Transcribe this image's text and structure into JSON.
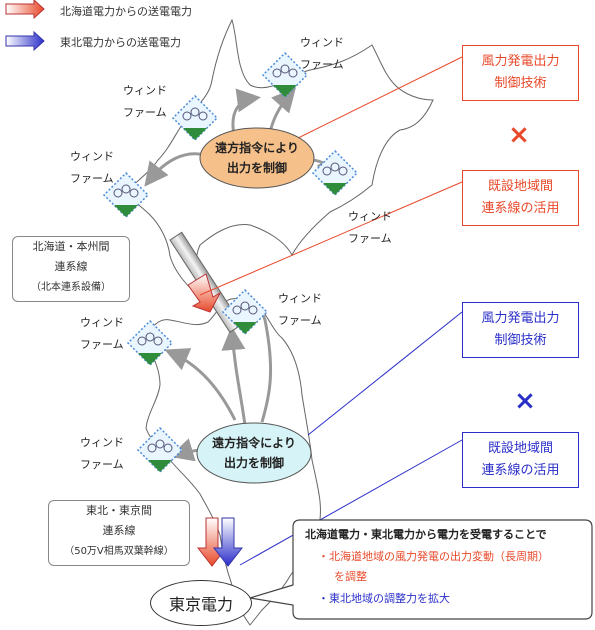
{
  "legend": [
    {
      "label": "北海道電力からの送電電力",
      "color": "#e8492a"
    },
    {
      "label": "東北電力からの送電電力",
      "color": "#2b2fc9"
    }
  ],
  "wind_farms": [
    {
      "line1": "ウィンド",
      "line2": "ファーム"
    },
    {
      "line1": "ウィンド",
      "line2": "ファーム"
    },
    {
      "line1": "ウィンド",
      "line2": "ファーム"
    },
    {
      "line1": "ウィンド",
      "line2": "ファーム"
    },
    {
      "line1": "ウィンド",
      "line2": "ファーム"
    },
    {
      "line1": "ウィンド",
      "line2": "ファーム"
    },
    {
      "line1": "ウィンド",
      "line2": "ファーム"
    }
  ],
  "hokkaido_control": {
    "line1": "遠方指令により",
    "line2": "出力を制御",
    "color": "#f6c08a"
  },
  "tohoku_control": {
    "line1": "遠方指令により",
    "line2": "出力を制御",
    "color": "#d6f3f7"
  },
  "red_boxes": [
    {
      "line1": "風力発電出力",
      "line2": "制御技術"
    },
    {
      "line1": "既設地域間",
      "line2": "連系線の活用"
    }
  ],
  "blue_boxes": [
    {
      "line1": "風力発電出力",
      "line2": "制御技術"
    },
    {
      "line1": "既設地域間",
      "line2": "連系線の活用"
    }
  ],
  "times_symbol": "×",
  "hokkaido_honshu_link": {
    "line1": "北海道・本州間",
    "line2": "連系線",
    "line3": "（北本連系設備）"
  },
  "tohoku_tokyo_link": {
    "line1": "東北・東京間",
    "line2": "連系線",
    "line3": "（50万V相馬双葉幹線）"
  },
  "tokyo_label": "東京電力",
  "callout": {
    "title": "北海道電力・東北電力から電力を受電することで",
    "bullet_marker": "・",
    "item1_line1": "北海道地域の風力発電の出力変動（長周期）",
    "item1_line2": "を調整",
    "item2": "東北地域の調整力を拡大",
    "item1_color": "#e8492a",
    "item2_color": "#2b2fc9"
  }
}
